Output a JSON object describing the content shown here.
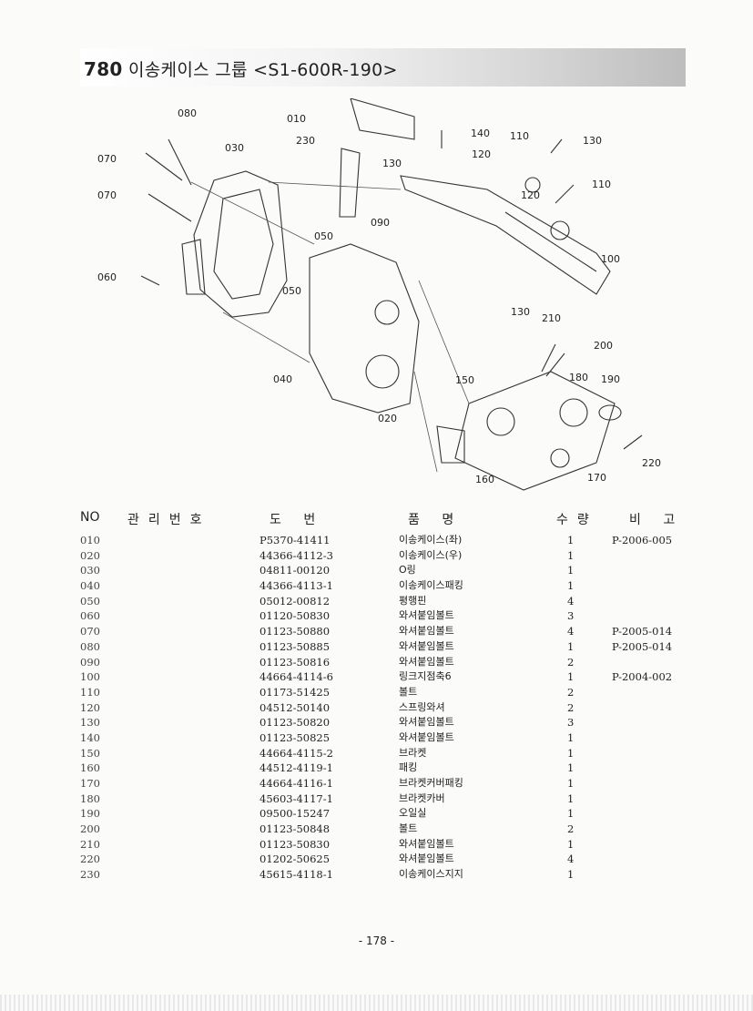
{
  "header": {
    "number": "780",
    "title": "이송케이스 그룹 <S1-600R-190>"
  },
  "diagram": {
    "callouts": [
      "010",
      "020",
      "030",
      "040",
      "050",
      "050",
      "060",
      "070",
      "070",
      "080",
      "090",
      "100",
      "110",
      "110",
      "120",
      "120",
      "130",
      "130",
      "130",
      "140",
      "150",
      "160",
      "170",
      "180",
      "190",
      "200",
      "210",
      "220",
      "230"
    ]
  },
  "table": {
    "headers": {
      "no": "NO",
      "mgmt": "관리번호",
      "part": "도 번",
      "name": "품 명",
      "qty": "수량",
      "note": "비 고"
    },
    "rows": [
      {
        "no": "010",
        "part": "P5370-41411",
        "name": "이송케이스(좌)",
        "qty": "1",
        "note": "P-2006-005"
      },
      {
        "no": "020",
        "part": "44366-4112-3",
        "name": "이송케이스(우)",
        "qty": "1",
        "note": ""
      },
      {
        "no": "030",
        "part": "04811-00120",
        "name": "O링",
        "qty": "1",
        "note": ""
      },
      {
        "no": "040",
        "part": "44366-4113-1",
        "name": "이송케이스패킹",
        "qty": "1",
        "note": ""
      },
      {
        "no": "050",
        "part": "05012-00812",
        "name": "평행핀",
        "qty": "4",
        "note": ""
      },
      {
        "no": "060",
        "part": "01120-50830",
        "name": "와셔붙임볼트",
        "qty": "3",
        "note": ""
      },
      {
        "no": "070",
        "part": "01123-50880",
        "name": "와셔붙임볼트",
        "qty": "4",
        "note": "P-2005-014"
      },
      {
        "no": "080",
        "part": "01123-50885",
        "name": "와셔붙임볼트",
        "qty": "1",
        "note": "P-2005-014"
      },
      {
        "no": "090",
        "part": "01123-50816",
        "name": "와셔붙임볼트",
        "qty": "2",
        "note": ""
      },
      {
        "no": "100",
        "part": "44664-4114-6",
        "name": "링크지점축6",
        "qty": "1",
        "note": "P-2004-002"
      },
      {
        "no": "110",
        "part": "01173-51425",
        "name": "볼트",
        "qty": "2",
        "note": ""
      },
      {
        "no": "120",
        "part": "04512-50140",
        "name": "스프링와셔",
        "qty": "2",
        "note": ""
      },
      {
        "no": "130",
        "part": "01123-50820",
        "name": "와셔붙임볼트",
        "qty": "3",
        "note": ""
      },
      {
        "no": "140",
        "part": "01123-50825",
        "name": "와셔붙임볼트",
        "qty": "1",
        "note": ""
      },
      {
        "no": "150",
        "part": "44664-4115-2",
        "name": "브라켓",
        "qty": "1",
        "note": ""
      },
      {
        "no": "160",
        "part": "44512-4119-1",
        "name": "패킹",
        "qty": "1",
        "note": ""
      },
      {
        "no": "170",
        "part": "44664-4116-1",
        "name": "브라켓커버패킹",
        "qty": "1",
        "note": ""
      },
      {
        "no": "180",
        "part": "45603-4117-1",
        "name": "브라켓카버",
        "qty": "1",
        "note": ""
      },
      {
        "no": "190",
        "part": "09500-15247",
        "name": "오일실",
        "qty": "1",
        "note": ""
      },
      {
        "no": "200",
        "part": "01123-50848",
        "name": "볼트",
        "qty": "2",
        "note": ""
      },
      {
        "no": "210",
        "part": "01123-50830",
        "name": "와셔붙임볼트",
        "qty": "1",
        "note": ""
      },
      {
        "no": "220",
        "part": "01202-50625",
        "name": "와셔붙임볼트",
        "qty": "4",
        "note": ""
      },
      {
        "no": "230",
        "part": "45615-4118-1",
        "name": "이송케이스지지",
        "qty": "1",
        "note": ""
      }
    ]
  },
  "footer": {
    "page": "- 178 -"
  }
}
